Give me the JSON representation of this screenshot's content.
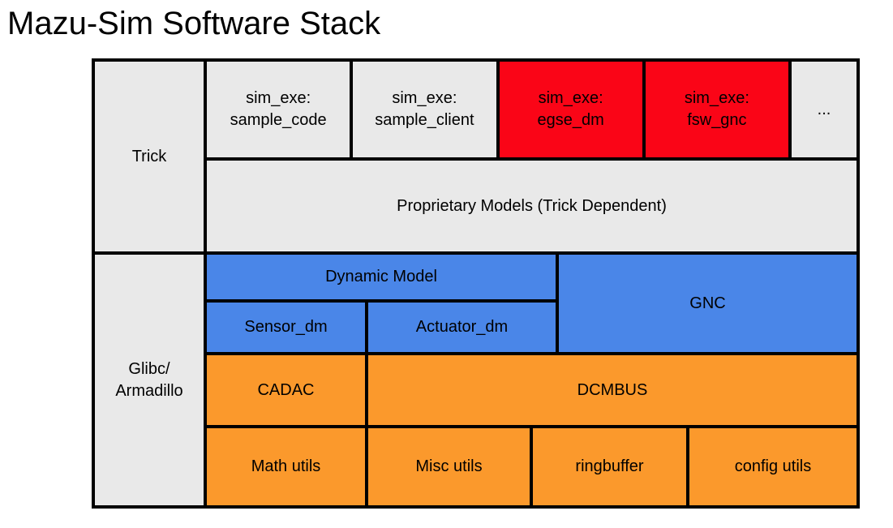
{
  "title": "Mazu-Sim Software Stack",
  "palette": {
    "background": "#ffffff",
    "border": "#000000",
    "gray_block": "#e9e9e9",
    "blue_block": "#4a86e8",
    "red_block": "#fa0517",
    "orange_block": "#fb992c",
    "text": "#000000"
  },
  "stack": {
    "platform_labels": {
      "trick": "Trick",
      "glibc": "Glibc/\nArmadillo"
    },
    "executables": [
      {
        "label": "sim_exe:\nsample_code",
        "color": "gray"
      },
      {
        "label": "sim_exe:\nsample_client",
        "color": "gray"
      },
      {
        "label": "sim_exe:\negse_dm",
        "color": "red"
      },
      {
        "label": "sim_exe:\nfsw_gnc",
        "color": "red"
      },
      {
        "label": "...",
        "color": "gray"
      }
    ],
    "proprietary": "Proprietary Models (Trick Dependent)",
    "models": {
      "dynamic_model": "Dynamic Model",
      "sensor": "Sensor_dm",
      "actuator": "Actuator_dm",
      "gnc": "GNC"
    },
    "middleware": {
      "cadac": "CADAC",
      "dcmbus": "DCMBUS"
    },
    "utils": [
      "Math utils",
      "Misc utils",
      "ringbuffer",
      "config utils"
    ]
  }
}
